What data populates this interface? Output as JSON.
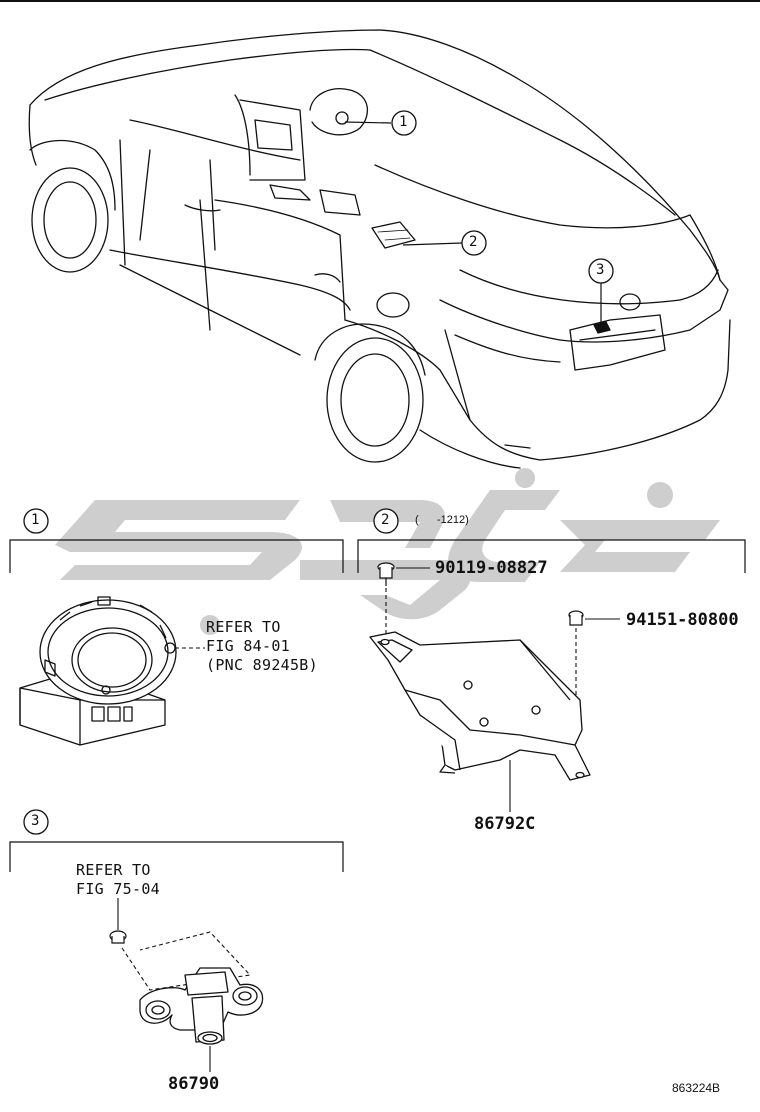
{
  "callouts": {
    "c1": "1",
    "c2": "2",
    "c3": "3"
  },
  "section2": {
    "range": "(      -1212)"
  },
  "section1": {
    "refer_line1": "REFER TO",
    "refer_line2": "FIG 84-01",
    "refer_line3": "(PNC 89245B)"
  },
  "parts": {
    "bolt1": "90119-08827",
    "nut": "94151-80800",
    "bracket": "86792C",
    "camera": "86790"
  },
  "section3": {
    "refer_line1": "REFER TO",
    "refer_line2": "FIG 75-04"
  },
  "figure_number": "863224B",
  "colors": {
    "line": "#111111",
    "watermark": "#c8c8c8"
  }
}
